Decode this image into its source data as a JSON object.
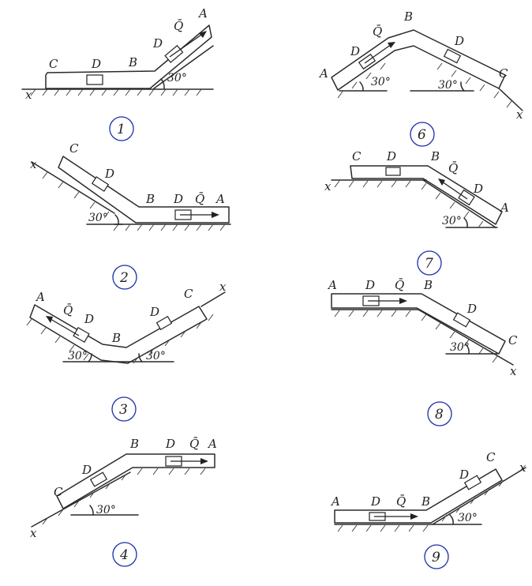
{
  "figures": [
    {
      "number": "1",
      "labels": {
        "A": "A",
        "B": "B",
        "C": "C",
        "D1": "D",
        "D2": "D",
        "Q": "Q̄",
        "x": "x"
      },
      "angle": "30°"
    },
    {
      "number": "2",
      "labels": {
        "A": "A",
        "B": "B",
        "C": "C",
        "D1": "D",
        "D2": "D",
        "Q": "Q̄",
        "x": "x"
      },
      "angle": "30°"
    },
    {
      "number": "3",
      "labels": {
        "A": "A",
        "B": "B",
        "C": "C",
        "D1": "D",
        "D2": "D",
        "Q": "Q̄",
        "x": "x"
      },
      "angle": "30°",
      "angle2": "30°"
    },
    {
      "number": "4",
      "labels": {
        "A": "A",
        "B": "B",
        "C": "C",
        "D1": "D",
        "D2": "D",
        "Q": "Q̄",
        "x": "x"
      },
      "angle": "30°"
    },
    {
      "number": "6",
      "labels": {
        "A": "A",
        "B": "B",
        "C": "C",
        "D1": "D",
        "D2": "D",
        "Q": "Q̄",
        "x": "x"
      },
      "angle": "30°",
      "angle2": "30°"
    },
    {
      "number": "7",
      "labels": {
        "A": "A",
        "B": "B",
        "C": "C",
        "D1": "D",
        "D2": "D",
        "Q": "Q̄",
        "x": "x"
      },
      "angle": "30°"
    },
    {
      "number": "8",
      "labels": {
        "A": "A",
        "B": "B",
        "C": "C",
        "D1": "D",
        "D2": "D",
        "Q": "Q̄",
        "x": "x"
      },
      "angle": "30°"
    },
    {
      "number": "9",
      "labels": {
        "A": "A",
        "B": "B",
        "C": "C",
        "D1": "D",
        "D2": "D",
        "Q": "Q̄",
        "x": "x"
      },
      "angle": "30°"
    }
  ]
}
